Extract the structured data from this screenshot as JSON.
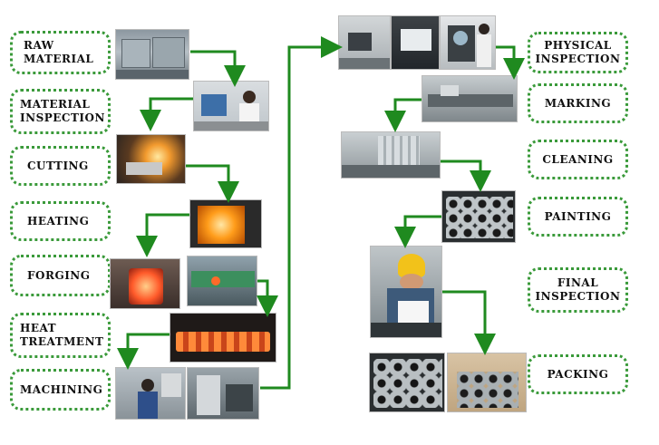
{
  "steps_left": [
    {
      "id": "raw-material",
      "label": "RAW\nMATERIAL"
    },
    {
      "id": "material-inspection",
      "label": "MATERIAL\nINSPECTION"
    },
    {
      "id": "cutting",
      "label": "CUTTING"
    },
    {
      "id": "heating",
      "label": "HEATING"
    },
    {
      "id": "forging",
      "label": "FORGING"
    },
    {
      "id": "heat-treatment",
      "label": "HEAT\nTREATMENT"
    },
    {
      "id": "machining",
      "label": "MACHINING"
    }
  ],
  "steps_right": [
    {
      "id": "physical-inspection",
      "label": "PHYSICAL\nINSPECTION"
    },
    {
      "id": "marking",
      "label": "MARKING"
    },
    {
      "id": "cleaning",
      "label": "CLEANING"
    },
    {
      "id": "painting",
      "label": "PAINTING"
    },
    {
      "id": "final-inspection",
      "label": "FINAL\nINSPECTION"
    },
    {
      "id": "packing",
      "label": "PACKING"
    }
  ],
  "colors": {
    "arrow": "#1f8a1f",
    "border": "#3a9a3a"
  },
  "photos": [
    {
      "name": "raw-material-photo"
    },
    {
      "name": "material-inspection-photo"
    },
    {
      "name": "cutting-photo"
    },
    {
      "name": "heating-photo"
    },
    {
      "name": "forging-photo-1"
    },
    {
      "name": "forging-photo-2"
    },
    {
      "name": "heat-treatment-photo"
    },
    {
      "name": "machining-photo-1"
    },
    {
      "name": "machining-photo-2"
    },
    {
      "name": "physical-inspection-photo-1"
    },
    {
      "name": "physical-inspection-photo-2"
    },
    {
      "name": "physical-inspection-photo-3"
    },
    {
      "name": "marking-photo"
    },
    {
      "name": "cleaning-photo"
    },
    {
      "name": "painting-photo"
    },
    {
      "name": "final-inspection-photo"
    },
    {
      "name": "packing-photo-1"
    },
    {
      "name": "packing-photo-2"
    }
  ]
}
